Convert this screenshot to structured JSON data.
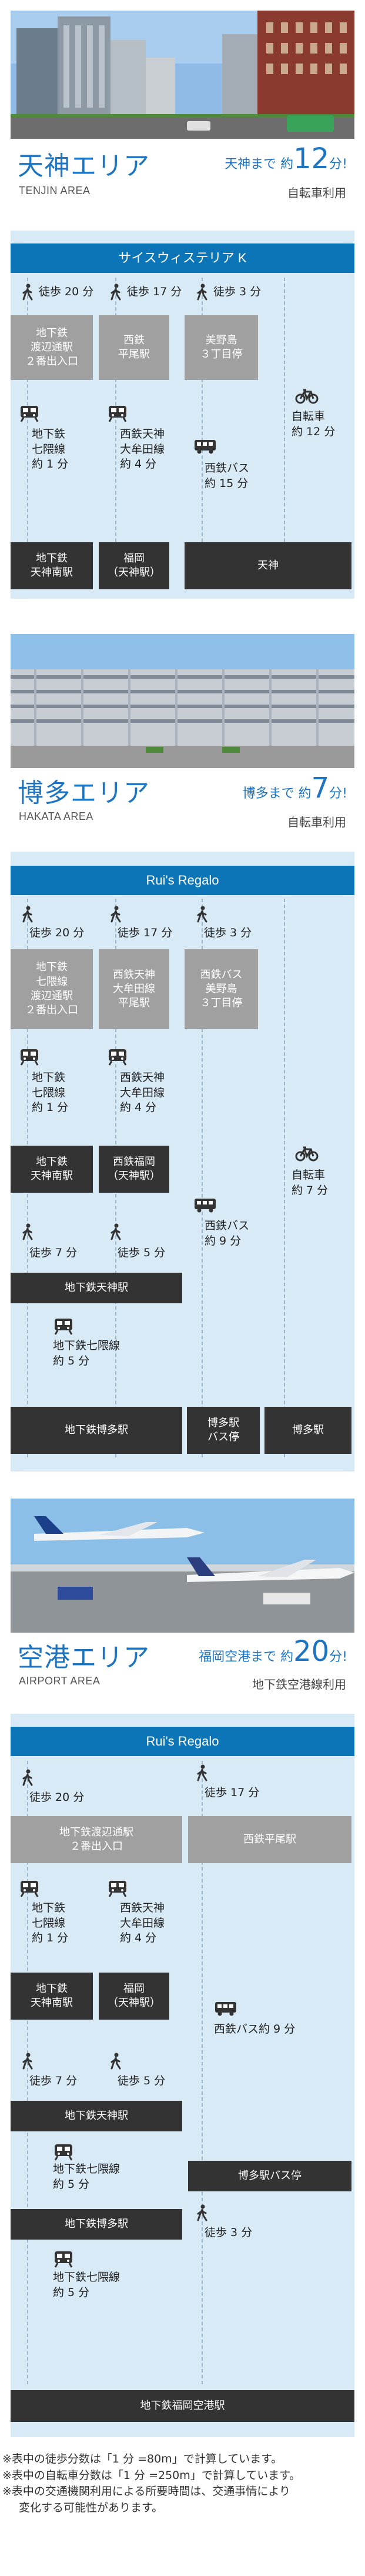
{
  "tenjin": {
    "title": "天神エリア",
    "subtitle": "TENJIN AREA",
    "time_pre": "天神まで 約",
    "time_num": "12",
    "time_post": "分!",
    "note": "自転車利用",
    "start": "サイスウィステリア K",
    "walk1": "徒歩 20 分",
    "walk2": "徒歩 17 分",
    "walk3": "徒歩 3 分",
    "box1": "地下鉄\n渡辺通駅\n２番出入口",
    "box2": "西鉄\n平尾駅",
    "box3": "美野島\n３丁目停",
    "bike": "自転車\n約 12 分",
    "train1": "地下鉄\n七隈線\n約 1 分",
    "train2": "西鉄天神\n大牟田線\n約 4 分",
    "bus3": "西鉄バス\n約 15 分",
    "dest1": "地下鉄\n天神南駅",
    "dest2": "福岡\n（天神駅）",
    "dest3": "天神"
  },
  "hakata": {
    "title": "博多エリア",
    "subtitle": "HAKATA AREA",
    "time_pre": "博多まで 約",
    "time_num": "7",
    "time_post": "分!",
    "note": "自転車利用",
    "start": "Rui's Regalo",
    "walk1": "徒歩 20 分",
    "walk2": "徒歩 17 分",
    "walk3": "徒歩 3 分",
    "box1": "地下鉄\n七隈線\n渡辺通駅\n２番出入口",
    "box2": "西鉄天神\n大牟田線\n平尾駅",
    "box3": "西鉄バス\n美野島\n３丁目停",
    "train1": "地下鉄\n七隈線\n約 1 分",
    "train2": "西鉄天神\n大牟田線\n約 4 分",
    "bike": "自転車\n約 7 分",
    "dest1": "地下鉄\n天神南駅",
    "dest2": "西鉄福岡\n（天神駅）",
    "bus3": "西鉄バス\n約 9 分",
    "walk4": "徒歩 7 分",
    "walk5": "徒歩 5 分",
    "station": "地下鉄天神駅",
    "train4": "地下鉄七隈線\n約 5 分",
    "final1": "地下鉄博多駅",
    "final2": "博多駅\nバス停",
    "final3": "博多駅"
  },
  "airport": {
    "title": "空港エリア",
    "subtitle": "AIRPORT AREA",
    "time_pre": "福岡空港まで 約",
    "time_num": "20",
    "time_post": "分!",
    "note": "地下鉄空港線利用",
    "start": "Rui's Regalo",
    "walk1": "徒歩 20 分",
    "walk2": "徒歩 17 分",
    "box1": "地下鉄渡辺通駅\n２番出入口",
    "box2": "西鉄平尾駅",
    "train1": "地下鉄\n七隈線\n約 1 分",
    "train2": "西鉄天神\n大牟田線\n約 4 分",
    "dest1": "地下鉄\n天神南駅",
    "dest2": "福岡\n（天神駅）",
    "bus": "西鉄バス約 9 分",
    "walk4": "徒歩 7 分",
    "walk5": "徒歩 5 分",
    "station": "地下鉄天神駅",
    "train4": "地下鉄七隈線\n約 5 分",
    "busstop": "博多駅バス停",
    "hakata_stn": "地下鉄博多駅",
    "walk6": "徒歩 3 分",
    "train5": "地下鉄七隈線\n約 5 分",
    "final": "地下鉄福岡空港駅"
  },
  "footer": [
    "※表中の徒歩分数は「1 分 =80m」で計算しています。",
    "※表中の自転車分数は「1 分 =250m」で計算しています。",
    "※表中の交通機関利用による所要時間は、交通事情により\n変化する可能性があります。"
  ],
  "colors": {
    "accent": "#1d74c1",
    "header": "#0c75b7",
    "panel": "#d7eaf6",
    "dark": "#333333",
    "gray": "#a0a0a0"
  },
  "icons": [
    "walk-icon",
    "train-icon",
    "bus-icon",
    "bicycle-icon"
  ]
}
